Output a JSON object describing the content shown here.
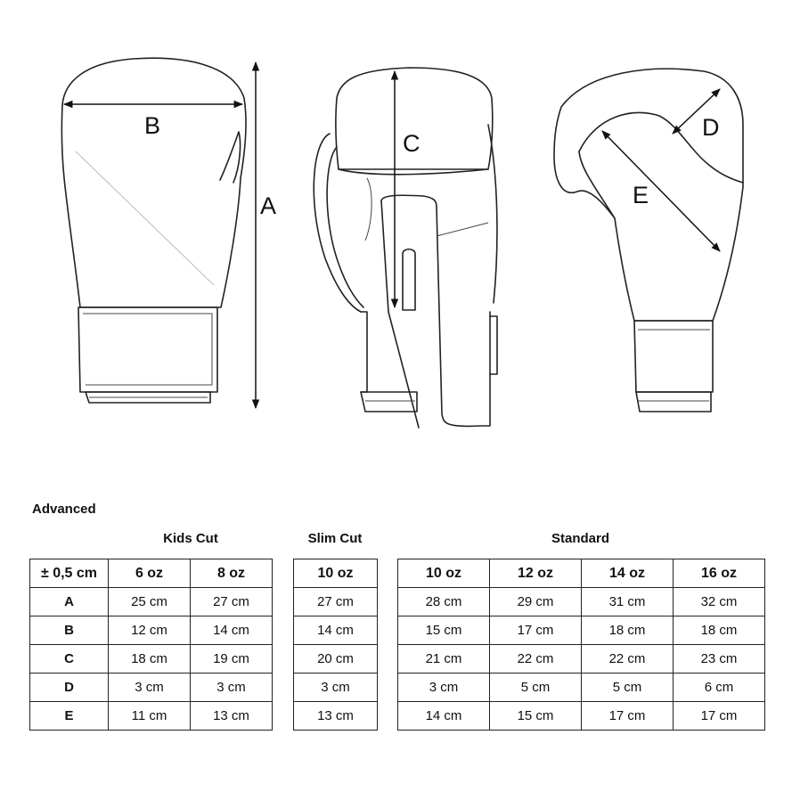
{
  "diagram": {
    "labels": {
      "a": "A",
      "b": "B",
      "c": "C",
      "d": "D",
      "e": "E"
    }
  },
  "section_title": "Advanced",
  "groups": {
    "kids": "Kids Cut",
    "slim": "Slim Cut",
    "standard": "Standard"
  },
  "tolerance": "± 0,5 cm",
  "rows": [
    "A",
    "B",
    "C",
    "D",
    "E"
  ],
  "kids": {
    "headers": [
      "6 oz",
      "8 oz"
    ],
    "values": [
      [
        "25 cm",
        "27 cm"
      ],
      [
        "12 cm",
        "14 cm"
      ],
      [
        "18 cm",
        "19 cm"
      ],
      [
        "3 cm",
        "3 cm"
      ],
      [
        "11 cm",
        "13 cm"
      ]
    ]
  },
  "slim": {
    "headers": [
      "10 oz"
    ],
    "values": [
      [
        "27 cm"
      ],
      [
        "14 cm"
      ],
      [
        "20 cm"
      ],
      [
        "3 cm"
      ],
      [
        "13 cm"
      ]
    ]
  },
  "standard": {
    "headers": [
      "10 oz",
      "12 oz",
      "14 oz",
      "16 oz"
    ],
    "values": [
      [
        "28 cm",
        "29 cm",
        "31 cm",
        "32 cm"
      ],
      [
        "15 cm",
        "17 cm",
        "18 cm",
        "18 cm"
      ],
      [
        "21 cm",
        "22 cm",
        "22 cm",
        "23 cm"
      ],
      [
        "3 cm",
        "5 cm",
        "5 cm",
        "6 cm"
      ],
      [
        "14 cm",
        "15 cm",
        "17 cm",
        "17 cm"
      ]
    ]
  }
}
